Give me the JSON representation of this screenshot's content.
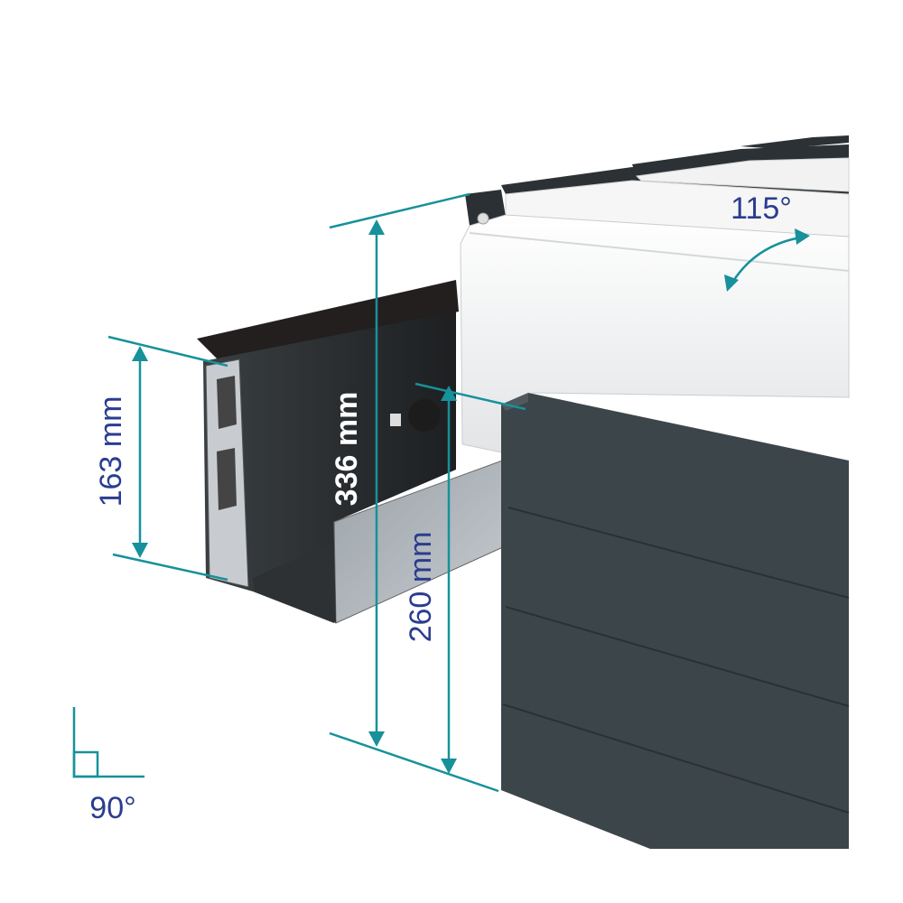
{
  "diagram": {
    "dimensions": {
      "cover_height": "163 mm",
      "total_height": "336 mm",
      "panel_height": "260 mm"
    },
    "angles": {
      "slat_tilt": "115°",
      "mounting": "90°"
    },
    "colors": {
      "dimension_line": "#17919b",
      "label_text": "#2b3d8f",
      "panel": "#3c454a",
      "profile": "#2a2a2a",
      "housing": "#f4f4f4"
    }
  }
}
